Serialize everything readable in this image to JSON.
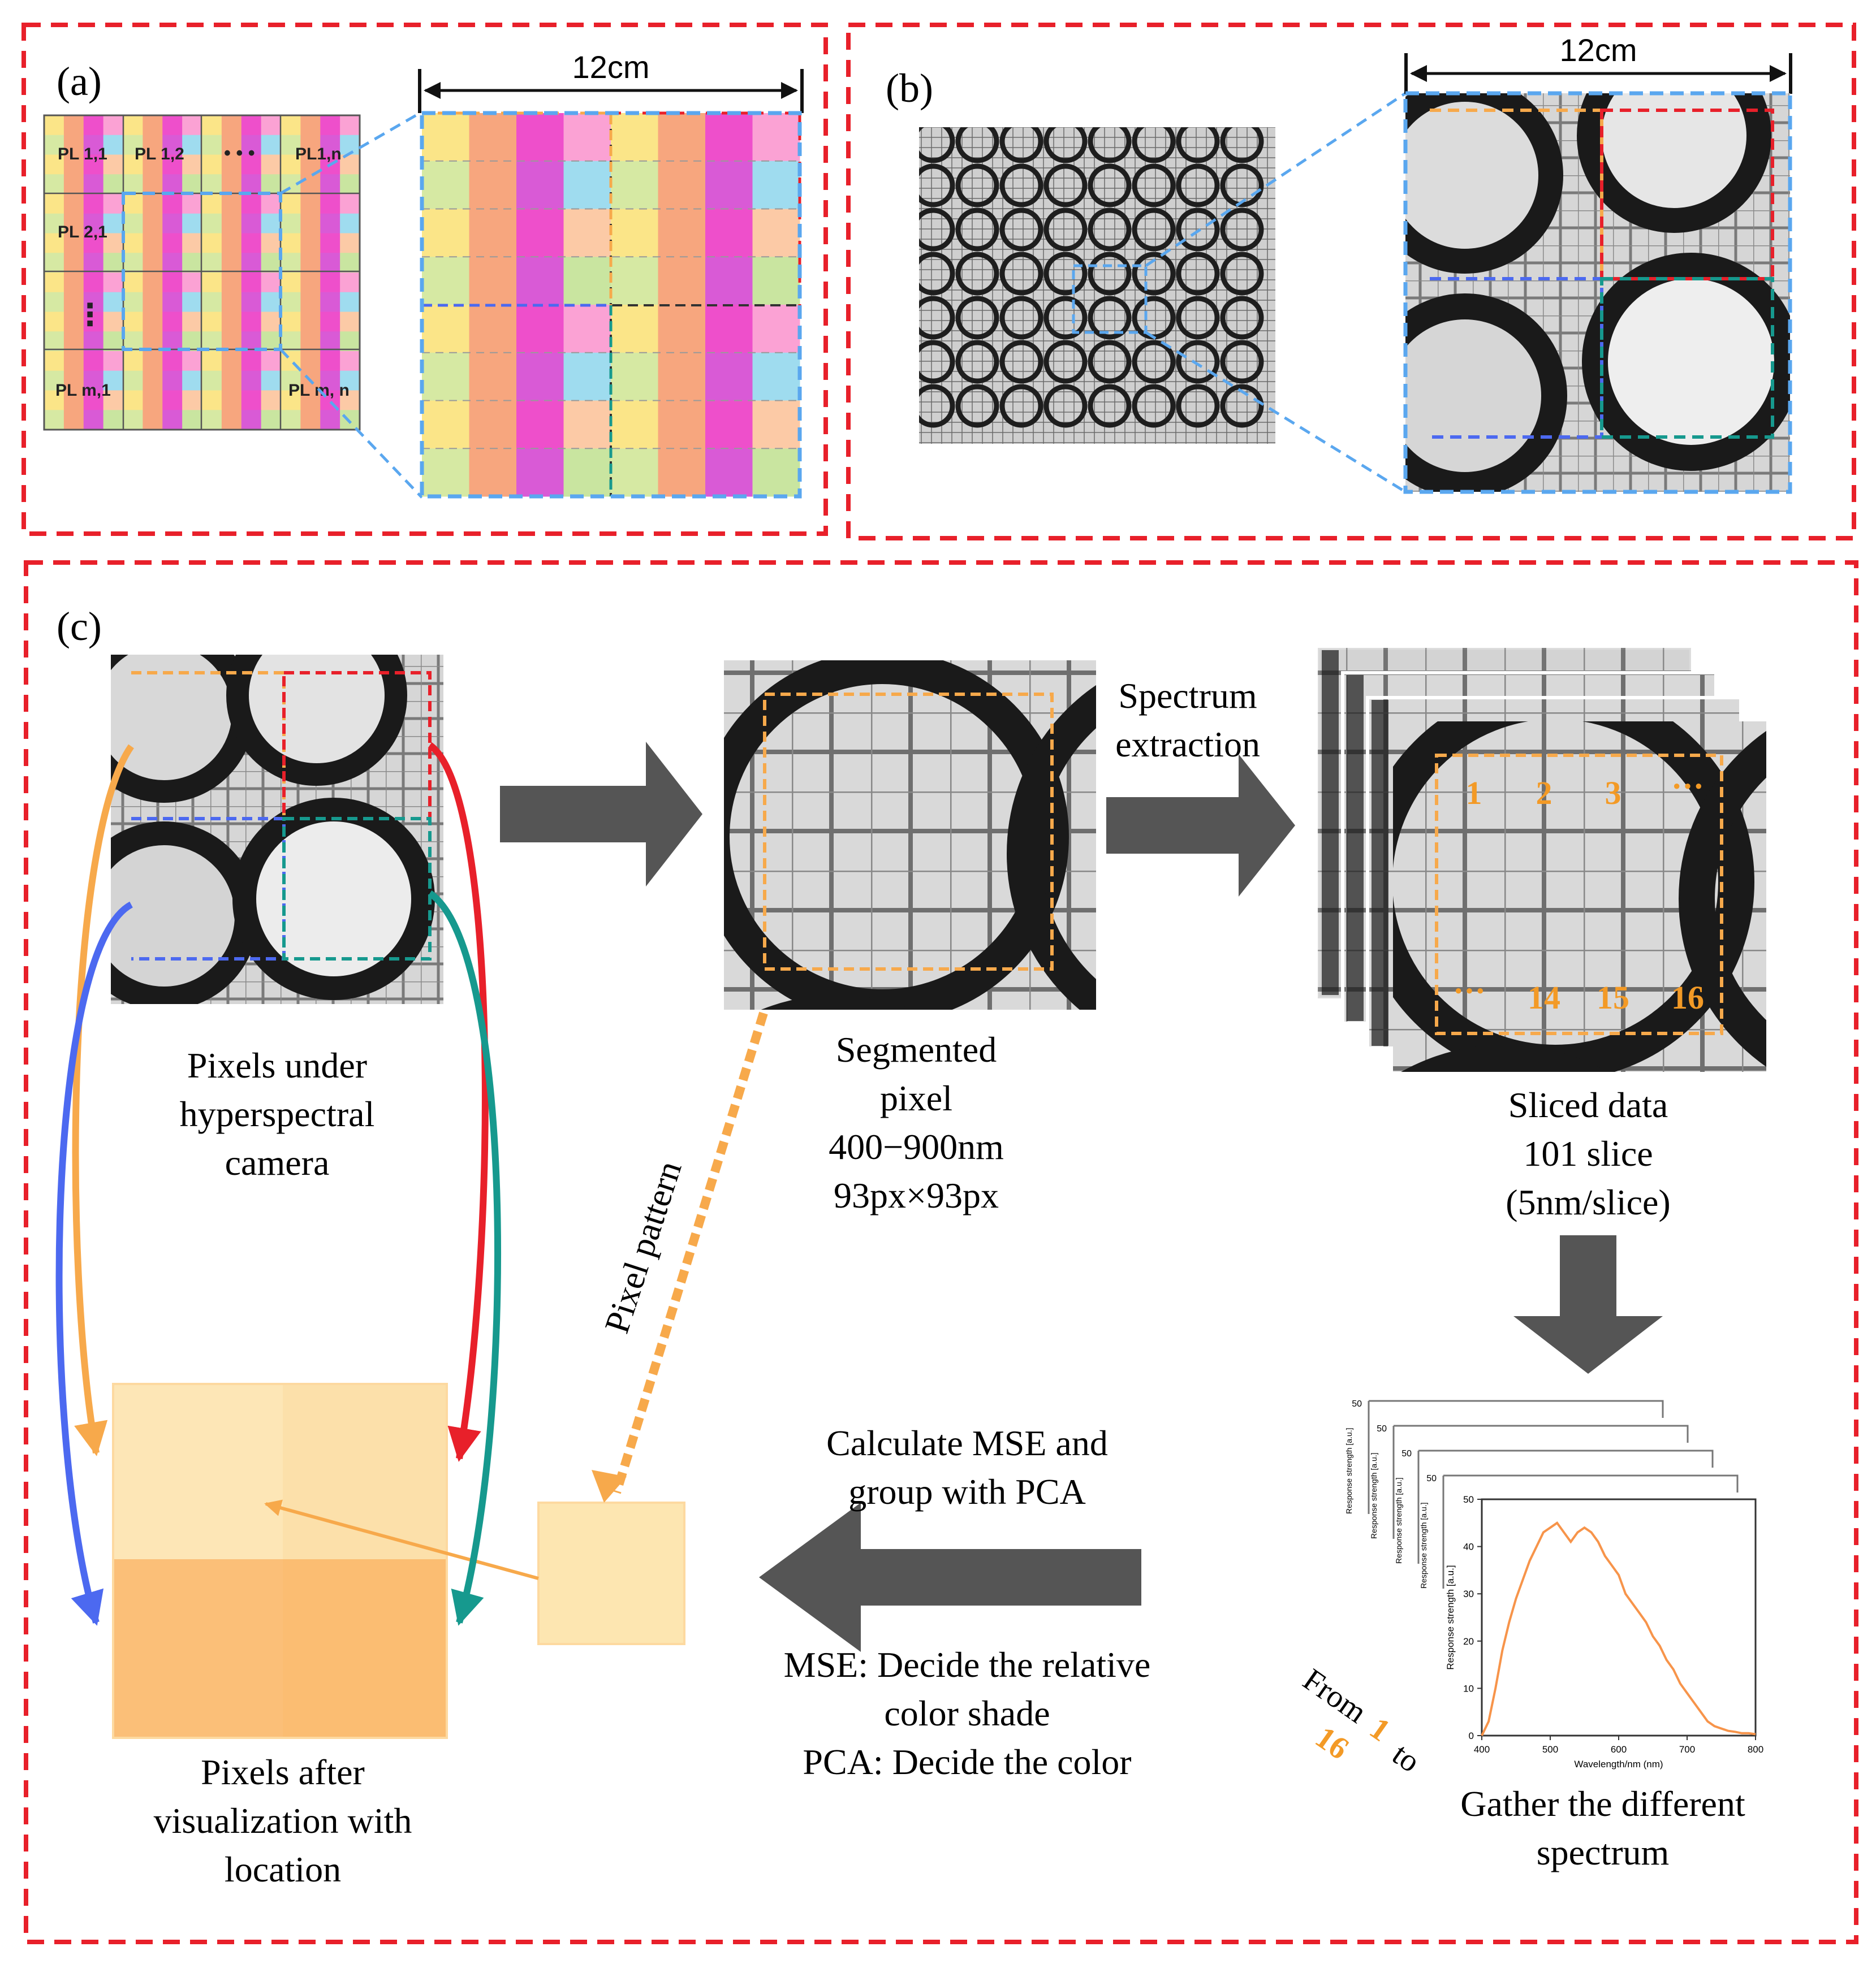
{
  "panel_a": {
    "label": "(a)",
    "scale": "12cm",
    "cells": {
      "r1c1": "PL 1,1",
      "r1c2": "PL 1,2",
      "r1dots": "• • •",
      "r1cn": "PL1,n",
      "r2c1": "PL 2,1",
      "vdots": "⋮",
      "rmc1": "PL m,1",
      "rmcn": "PL m, n"
    }
  },
  "panel_b": {
    "label": "(b)",
    "scale": "12cm"
  },
  "panel_c": {
    "label": "(c)",
    "pixels_under_camera": [
      "Pixels under",
      "hyperspectral",
      "camera"
    ],
    "segmented": [
      "Segmented",
      "pixel",
      "400−900nm",
      "93px×93px"
    ],
    "spectrum_extraction": [
      "Spectrum",
      "extraction"
    ],
    "sliced": [
      "Sliced data",
      "101 slice",
      "(5nm/slice)"
    ],
    "slice_numbers": [
      "1",
      "2",
      "3",
      "···",
      "···",
      "14",
      "15",
      "16"
    ],
    "pixel_pattern": "Pixel pattern",
    "calc": [
      "Calculate MSE and",
      "group with PCA"
    ],
    "mse_pca": [
      "MSE: Decide the relative",
      "color shade",
      "PCA: Decide the color"
    ],
    "from_word": "From",
    "from_1": "1",
    "to_word": "to",
    "from_16": "16",
    "gather": [
      "Gather the different",
      "spectrum"
    ],
    "after_vis": [
      "Pixels after",
      "visualization with",
      "location"
    ]
  },
  "spectrum_chart": {
    "ylabel": "Response strength [a.u.]",
    "xlabel": "Wavelength/nm (nm)",
    "x_ticks": [
      "400",
      "500",
      "600",
      "700",
      "800"
    ],
    "y_ticks": [
      "0",
      "10",
      "20",
      "30",
      "40",
      "50"
    ],
    "back_top_tick": "50"
  },
  "colors": {
    "panel_border": "#e8202a",
    "blue_dash": "#5aa7ef",
    "orange": "#f7a94b",
    "red": "#e8202a",
    "blue": "#4c69f0",
    "teal": "#16998e",
    "arrow_gray": "#555555",
    "orange_text": "#f39a26"
  },
  "chart_data": {
    "type": "line",
    "x": [
      400,
      410,
      420,
      430,
      440,
      450,
      460,
      470,
      480,
      490,
      500,
      510,
      520,
      530,
      540,
      550,
      560,
      570,
      580,
      590,
      600,
      610,
      620,
      630,
      640,
      650,
      660,
      670,
      680,
      690,
      700,
      710,
      720,
      730,
      740,
      750,
      760,
      770,
      780,
      790,
      800
    ],
    "series": [
      {
        "values": [
          0,
          3,
          10,
          18,
          24,
          29,
          33,
          37,
          40,
          43,
          44,
          45,
          43,
          41,
          43,
          44,
          43,
          41,
          38,
          36,
          34,
          30,
          28,
          26,
          24,
          21,
          19,
          16,
          14,
          11,
          9,
          7,
          5,
          3,
          2,
          1.5,
          1,
          0.8,
          0.5,
          0.5,
          0.3
        ]
      }
    ],
    "xlabel": "Wavelength/nm (nm)",
    "ylabel": "Response strength [a.u.]",
    "xlim": [
      400,
      800
    ],
    "ylim": [
      0,
      50
    ]
  }
}
